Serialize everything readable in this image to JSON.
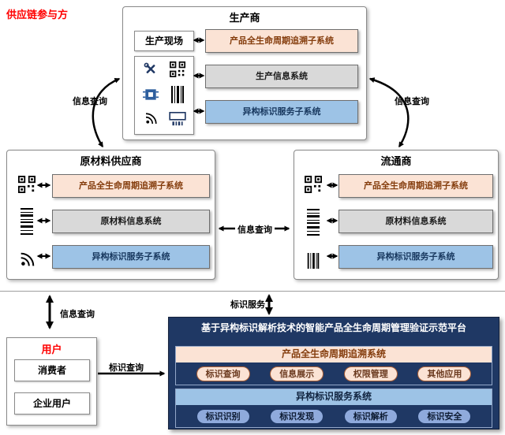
{
  "header": {
    "supply_chain_label": "供应链参与方"
  },
  "labels": {
    "info_query": "信息查询",
    "id_service": "标识服务",
    "id_query": "标识查询"
  },
  "producer": {
    "title": "生产商",
    "site_label": "生产现场",
    "systems": [
      "产品全生命周期追溯子系统",
      "生产信息系统",
      "异构标识服务子系统"
    ]
  },
  "supplier": {
    "title": "原材料供应商",
    "systems": [
      "产品全生命周期追溯子系统",
      "原材料信息系统",
      "异构标识服务子系统"
    ]
  },
  "distributor": {
    "title": "流通商",
    "systems": [
      "产品全生命周期追溯子系统",
      "原材料信息系统",
      "异构标识服务子系统"
    ]
  },
  "user": {
    "title": "用户",
    "items": [
      "消费者",
      "企业用户"
    ]
  },
  "platform": {
    "title": "基于异构标识解析技术的智能产品全生命周期管理验证示范平台",
    "sections": [
      {
        "title": "产品全生命周期追溯系统",
        "buttons": [
          "标识查询",
          "信息展示",
          "权限管理",
          "其他应用"
        ]
      },
      {
        "title": "异构标识服务系统",
        "buttons": [
          "标识识别",
          "标识发现",
          "标识解析",
          "标识安全"
        ]
      }
    ]
  },
  "colors": {
    "peach": "#fbe3d5",
    "gray": "#d9d9d9",
    "blue": "#9dc3e6",
    "navy": "#1f3864",
    "accent_red": "#ff0000"
  }
}
